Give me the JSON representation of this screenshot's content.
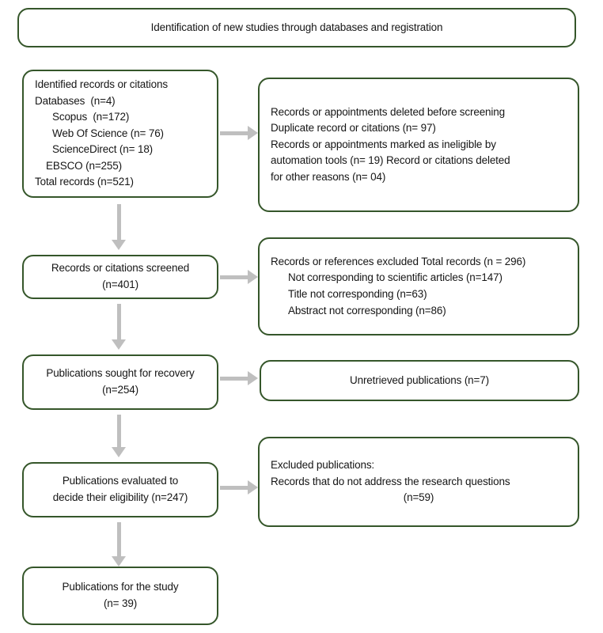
{
  "diagram": {
    "title_banner": "Identification of new studies through databases and registration",
    "accent_border_color": "#35562a",
    "arrow_color": "#bfbfbf",
    "text_color": "#161616"
  },
  "identification": {
    "records_box": {
      "heading": "Identified records or citations",
      "databases_label": "Databases  (n=4)",
      "sources": [
        "Scopus  (n=172)",
        "Web Of Science (n= 76)",
        "ScienceDirect (n= 18)"
      ],
      "ebsco": "EBSCO (n=255)",
      "total": "Total records (n=521)"
    },
    "removed_box": {
      "lines": [
        "Records or appointments deleted before screening",
        "Duplicate record or citations (n= 97)",
        "Records or appointments marked as ineligible by",
        "automation tools (n= 19) Record or citations deleted",
        "for other reasons (n= 04)"
      ]
    }
  },
  "screening": {
    "screened_box": {
      "line1": "Records or citations screened",
      "line2": "(n=401)"
    },
    "excluded_box": {
      "header": "Records or references excluded Total records (n = 296)",
      "reasons": [
        "Not corresponding to scientific articles (n=147)",
        "Title not corresponding (n=63)",
        "Abstract not corresponding (n=86)"
      ]
    }
  },
  "retrieval": {
    "sought_box": {
      "line1": "Publications sought for recovery",
      "line2": "(n=254)"
    },
    "unretrieved_box": {
      "text": "Unretrieved publications (n=7)"
    }
  },
  "eligibility": {
    "assessed_box": {
      "line1": "Publications evaluated to",
      "line2": "decide their eligibility (n=247)"
    },
    "excluded_box": {
      "line1": "Excluded publications:",
      "line2": "Records that do not address the research questions",
      "line3": "(n=59)"
    }
  },
  "included": {
    "final_box": {
      "line1": "Publications for the study",
      "line2": "(n= 39)"
    }
  }
}
